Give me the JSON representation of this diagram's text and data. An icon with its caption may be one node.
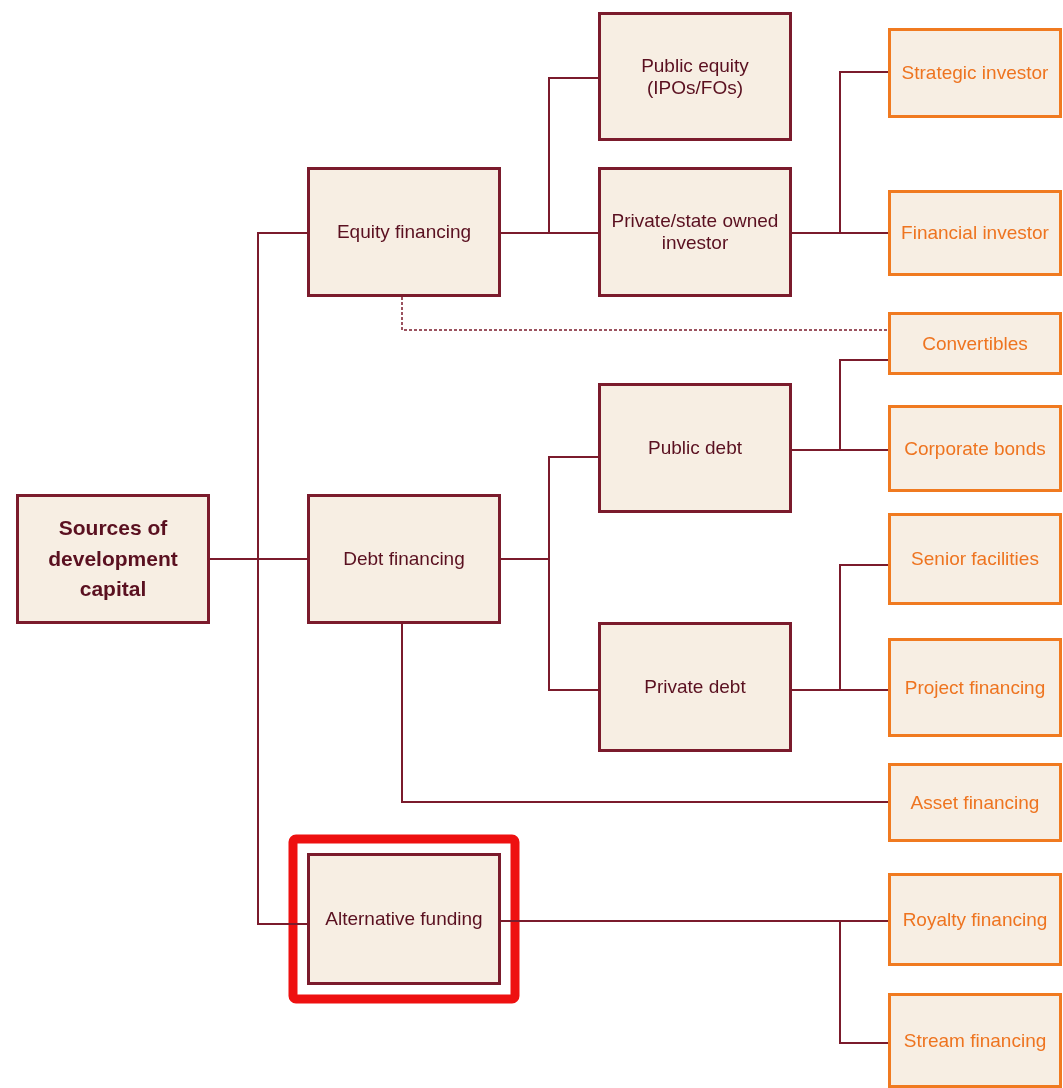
{
  "diagram": {
    "nodes": [
      {
        "text": [
          "Sources of development capital"
        ]
      },
      {
        "text": [
          "Equity financing"
        ]
      },
      {
        "text": [
          "Debt financing"
        ]
      },
      {
        "text": [
          "Alternative funding"
        ]
      },
      {
        "text": [
          "Public equity (IPOs/FOs)"
        ]
      },
      {
        "text": [
          "Private/state owned investor"
        ]
      },
      {
        "text": [
          "Public debt"
        ]
      },
      {
        "text": [
          "Private debt"
        ]
      },
      {
        "text": [
          "Strategic investor"
        ]
      },
      {
        "text": [
          "Financial investor"
        ]
      },
      {
        "text": [
          "Convertibles"
        ]
      },
      {
        "text": [
          "Corporate bonds"
        ]
      },
      {
        "text": [
          "Senior facilities"
        ]
      },
      {
        "text": [
          "Project financing"
        ]
      },
      {
        "text": [
          "Asset financing"
        ]
      },
      {
        "text": [
          "Royalty financing"
        ]
      },
      {
        "text": [
          "Stream financing"
        ]
      }
    ],
    "edges": [
      {
        "from": 0,
        "to": 1,
        "arrow": "none"
      },
      {
        "from": 0,
        "to": 2,
        "arrow": "none"
      },
      {
        "from": 0,
        "to": 3,
        "arrow": "none"
      },
      {
        "from": 1,
        "to": 4,
        "arrow": "none"
      },
      {
        "from": 1,
        "to": 5,
        "arrow": "none"
      },
      {
        "from": 1,
        "to": 10,
        "arrow": "none",
        "style": "dashed"
      },
      {
        "from": 5,
        "to": 8,
        "arrow": "none"
      },
      {
        "from": 5,
        "to": 9,
        "arrow": "none"
      },
      {
        "from": 2,
        "to": 6,
        "arrow": "none"
      },
      {
        "from": 2,
        "to": 7,
        "arrow": "none"
      },
      {
        "from": 6,
        "to": 10,
        "arrow": "none"
      },
      {
        "from": 6,
        "to": 11,
        "arrow": "none"
      },
      {
        "from": 7,
        "to": 12,
        "arrow": "none"
      },
      {
        "from": 7,
        "to": 13,
        "arrow": "none"
      },
      {
        "from": 2,
        "to": 14,
        "arrow": "none"
      },
      {
        "from": 3,
        "to": 15,
        "arrow": "none"
      },
      {
        "from": 3,
        "to": 16,
        "arrow": "none"
      }
    ]
  }
}
